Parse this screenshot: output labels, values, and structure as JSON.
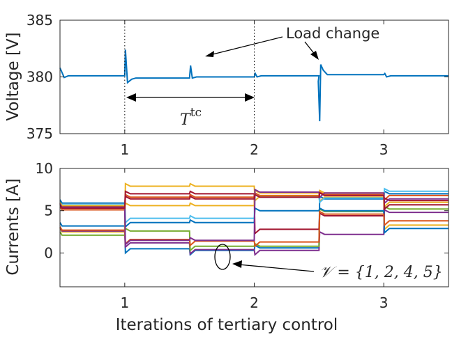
{
  "chart_data": [
    {
      "type": "line",
      "ylabel": "Voltage [V]",
      "xlabel": "",
      "xlim": [
        0.5,
        3.5
      ],
      "ylim": [
        375,
        385
      ],
      "xticks": [
        1,
        2,
        3
      ],
      "yticks": [
        375,
        380,
        385
      ],
      "xtick_labels": [
        "1",
        "2",
        "3"
      ],
      "ytick_labels": [
        "375",
        "380",
        "385"
      ],
      "color": "#0072BD",
      "levels": [
        {
          "x": [
            0.5,
            1.0
          ],
          "value": 380.1
        },
        {
          "x": [
            1.0,
            1.5
          ],
          "value": 379.9
        },
        {
          "x": [
            1.5,
            2.0
          ],
          "value": 380.0
        },
        {
          "x": [
            2.0,
            2.5
          ],
          "value": 380.1
        },
        {
          "x": [
            2.5,
            3.0
          ],
          "value": 380.2
        },
        {
          "x": [
            3.0,
            3.5
          ],
          "value": 380.1
        }
      ],
      "transients": [
        {
          "x": 0.5,
          "peak": 380.8,
          "after": 380.1
        },
        {
          "x": 1.0,
          "peak": 382.4,
          "dip": 379.5,
          "after": 379.9
        },
        {
          "x": 1.5,
          "peak": 381.0,
          "after": 380.0
        },
        {
          "x": 2.0,
          "peak": 380.3,
          "after": 380.1
        },
        {
          "x": 2.5,
          "peak": 381.1,
          "dip": 376.1,
          "after": 380.2
        },
        {
          "x": 3.0,
          "peak": 380.3,
          "after": 380.1
        }
      ],
      "vlines": [
        1,
        2
      ],
      "annotations": {
        "load_change": "Load change",
        "period_symbol": "T",
        "period_superscript": "tc"
      },
      "grid": false
    },
    {
      "type": "line",
      "ylabel": "Currents [A]",
      "xlabel": "Iterations of tertiary control",
      "xlim": [
        0.5,
        3.5
      ],
      "ylim": [
        -4,
        10
      ],
      "xticks": [
        1,
        2,
        3
      ],
      "yticks": [
        0,
        5,
        10
      ],
      "xtick_labels": [
        "1",
        "2",
        "3"
      ],
      "ytick_labels": [
        "0",
        "5",
        "10"
      ],
      "breakpoints": [
        0.5,
        1.0,
        1.5,
        2.0,
        2.5,
        3.0,
        3.5
      ],
      "series": [
        {
          "color": "#0072BD",
          "values": [
            3.2,
            0.5,
            0.3,
            0.6,
            6.4,
            7.0
          ]
        },
        {
          "color": "#D95319",
          "values": [
            5.1,
            6.6,
            6.6,
            6.8,
            6.9,
            6.8
          ]
        },
        {
          "color": "#EDB120",
          "values": [
            2.5,
            7.9,
            7.9,
            6.7,
            6.6,
            3.3
          ]
        },
        {
          "color": "#7E2F8E",
          "values": [
            2.6,
            1.2,
            0.4,
            0.3,
            2.2,
            4.8
          ]
        },
        {
          "color": "#77AC30",
          "values": [
            2.1,
            2.6,
            0.8,
            0.8,
            4.9,
            5.2
          ]
        },
        {
          "color": "#4DBEEE",
          "values": [
            5.7,
            4.1,
            4.1,
            6.6,
            6.5,
            7.3
          ]
        },
        {
          "color": "#A2142F",
          "values": [
            5.5,
            7.0,
            7.0,
            2.8,
            4.4,
            6.2
          ]
        },
        {
          "color": "#0072BD",
          "values": [
            5.9,
            3.6,
            3.6,
            5.0,
            5.0,
            2.9
          ]
        },
        {
          "color": "#D95319",
          "values": [
            2.7,
            1.6,
            1.4,
            1.3,
            4.6,
            3.8
          ]
        },
        {
          "color": "#EDB120",
          "values": [
            5.6,
            5.6,
            5.6,
            7.1,
            7.1,
            6.0
          ]
        },
        {
          "color": "#7E2F8E",
          "values": [
            5.4,
            1.5,
            1.5,
            7.2,
            7.1,
            6.4
          ]
        },
        {
          "color": "#A2142F",
          "values": [
            5.3,
            6.4,
            6.4,
            6.6,
            6.8,
            5.7
          ]
        }
      ],
      "annotations": {
        "set_label": "𝒱 = {1, 2, 4, 5}"
      },
      "grid": false
    }
  ]
}
